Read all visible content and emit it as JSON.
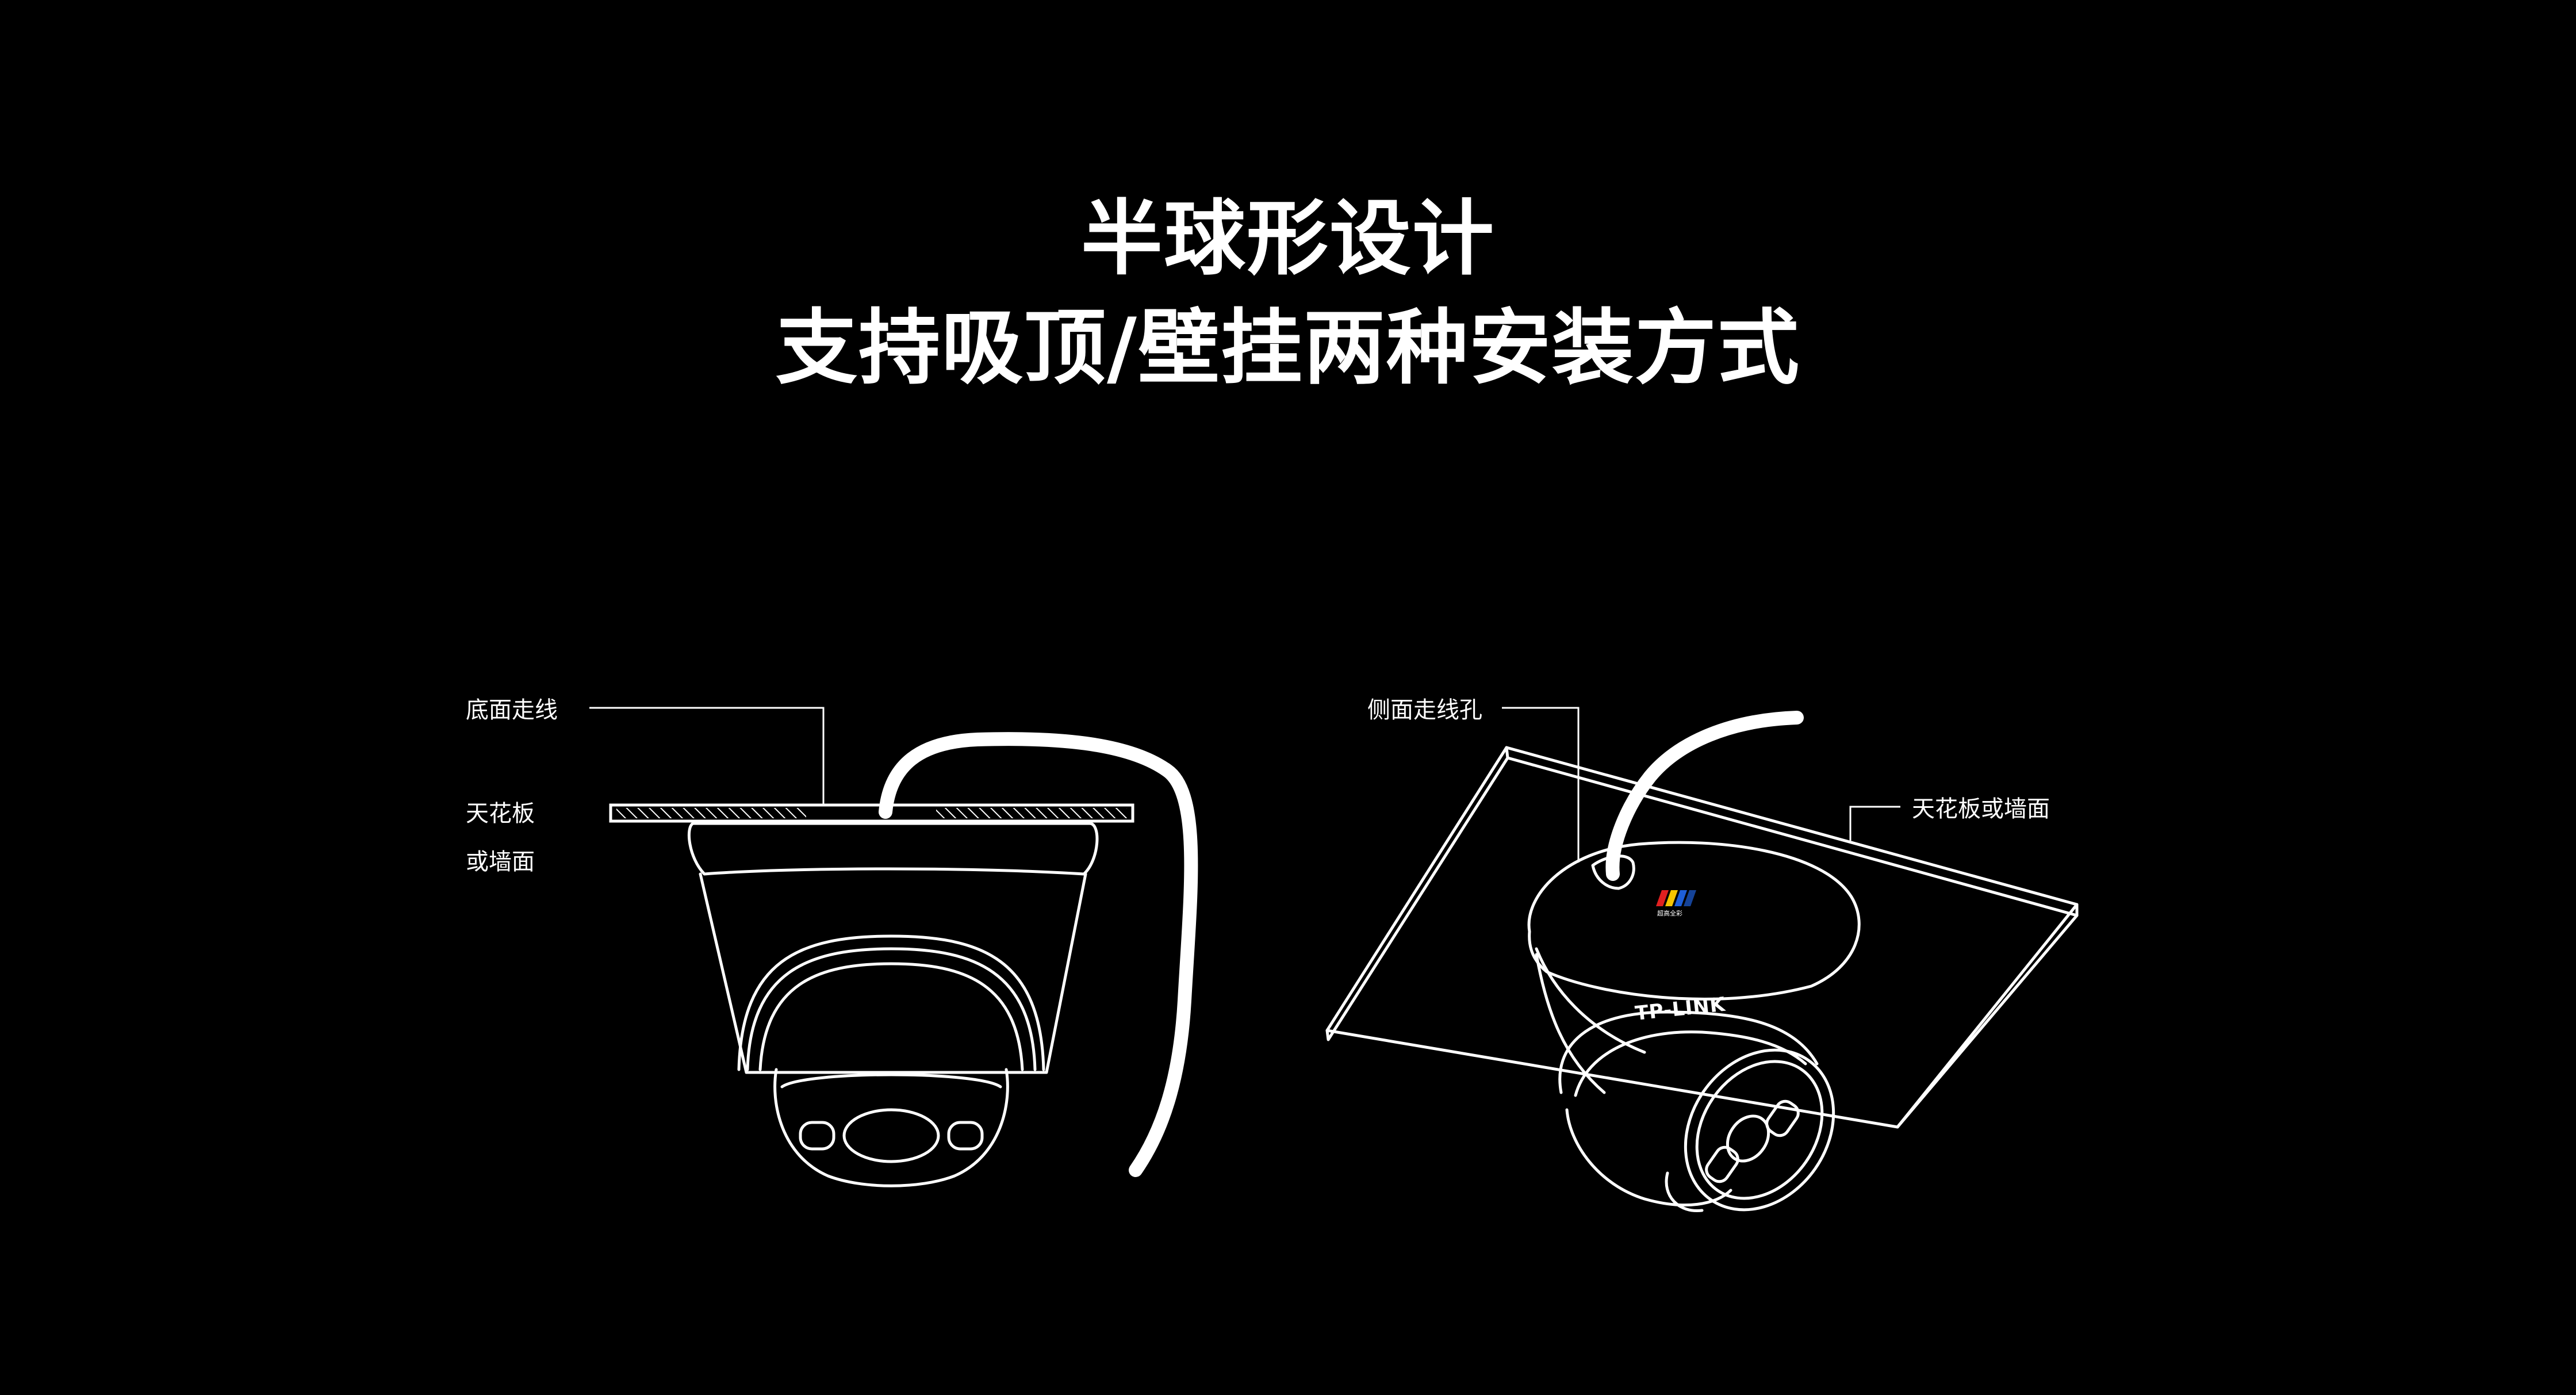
{
  "headline": {
    "line1": "半球形设计",
    "line2": "支持吸顶/壁挂两种安装方式"
  },
  "left_diagram": {
    "label_wiring": "底面走线",
    "label_surface_line1": "天花板",
    "label_surface_line2": "或墙面"
  },
  "right_diagram": {
    "label_wiring": "侧面走线孔",
    "label_surface": "天花板或墙面",
    "brand_text": "TP-LINK",
    "badge_text": "超高全彩"
  },
  "colors": {
    "background": "#000000",
    "foreground": "#ffffff",
    "badge_red": "#e02020",
    "badge_yellow": "#f5c400",
    "badge_blue": "#1e5fd8"
  }
}
